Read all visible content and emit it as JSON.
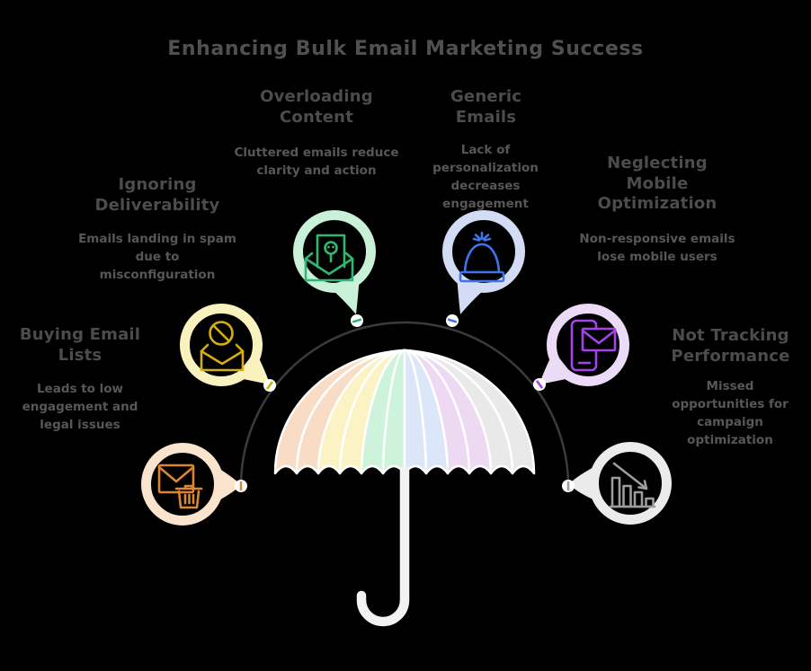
{
  "title": "Enhancing Bulk Email Marketing Success",
  "colors": {
    "background": "#000000",
    "title_text": "#505050",
    "heading_text": "#4c4c4c",
    "body_text": "#575757",
    "arc": "#3b3b3b",
    "node_fill": "#ffffff",
    "umbrella_stroke": "#ffffff",
    "pole": "#f2f2f2",
    "orange": "#dd8630",
    "orange_ring": "#fae4ce",
    "orange_panel": "#f8dcc5",
    "yellow": "#d4af10",
    "yellow_ring": "#f9f2bf",
    "yellow_panel": "#fbf3c4",
    "green": "#2eb873",
    "green_ring": "#c8f1d7",
    "green_panel": "#cef3db",
    "blue": "#3d74e6",
    "blue_ring": "#d3dcf5",
    "blue_panel": "#dbe6f8",
    "purple": "#a743ea",
    "purple_ring": "#ecdbf7",
    "purple_panel": "#eed9f2",
    "gray": "#9c9c9c",
    "gray_ring": "#ebebeb",
    "gray_panel": "#e9e9e9"
  },
  "items": [
    {
      "id": "buying-email-lists",
      "title": "Buying Email Lists",
      "description": "Leads to low engagement and legal issues",
      "icon": "envelope-trash-icon",
      "color": "orange"
    },
    {
      "id": "ignoring-deliverability",
      "title": "Ignoring Deliverability",
      "description": "Emails landing in spam due to misconfiguration",
      "icon": "blocked-envelope-icon",
      "color": "yellow"
    },
    {
      "id": "overloading-content",
      "title": "Overloading Content",
      "description": "Cluttered emails reduce clarity and action",
      "icon": "spam-skull-envelope-icon",
      "color": "green"
    },
    {
      "id": "generic-emails",
      "title": "Generic Emails",
      "description": "Lack of personalization decreases engagement",
      "icon": "generic-beanie-icon",
      "color": "blue"
    },
    {
      "id": "neglecting-mobile-optimization",
      "title": "Neglecting Mobile Optimization",
      "description": "Non-responsive emails lose mobile users",
      "icon": "mobile-email-icon",
      "color": "purple"
    },
    {
      "id": "not-tracking-performance",
      "title": "Not Tracking Performance",
      "description": "Missed opportunities for campaign optimization",
      "icon": "declining-chart-icon",
      "color": "gray"
    }
  ],
  "umbrella": {
    "panel_colors_left_to_right": [
      "peach",
      "peach",
      "yellow",
      "yellow",
      "mint",
      "mint",
      "blue",
      "blue",
      "lavender",
      "lavender",
      "gray",
      "gray"
    ]
  }
}
